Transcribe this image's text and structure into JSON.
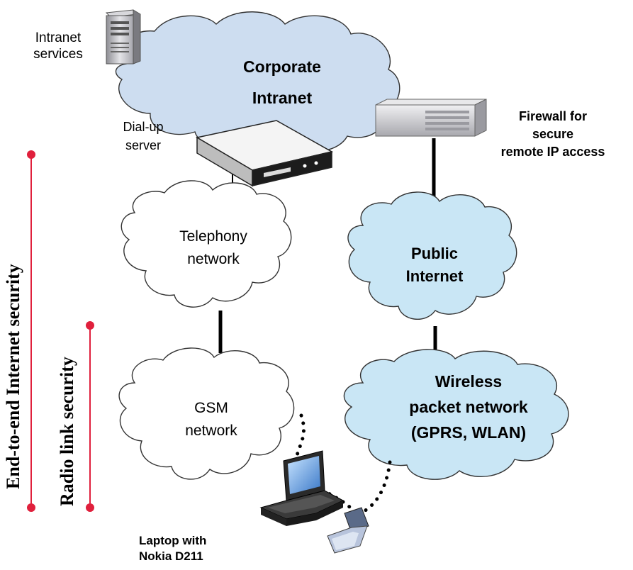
{
  "labels": {
    "intranet_services": [
      "Intranet",
      "services"
    ],
    "corporate_intranet": [
      "Corporate",
      "Intranet"
    ],
    "dialup_server": [
      "Dial-up",
      "server"
    ],
    "firewall": [
      "Firewall for",
      "secure",
      "remote IP access"
    ],
    "telephony_network": [
      "Telephony",
      "network"
    ],
    "public_internet": [
      "Public",
      "Internet"
    ],
    "gsm_network": [
      "GSM",
      "network"
    ],
    "wireless_network": [
      "Wireless",
      "packet network",
      "(GPRS, WLAN)"
    ],
    "laptop": [
      "Laptop with",
      "Nokia D211"
    ],
    "end_to_end_security": "End-to-end Internet security",
    "radio_link_security": "Radio link security"
  },
  "colors": {
    "cloud_blue": "#cdddf0",
    "cloud_cyan": "#c9e6f5",
    "cloud_white": "#ffffff",
    "security_line": "#e0203c",
    "link": "#000000"
  }
}
